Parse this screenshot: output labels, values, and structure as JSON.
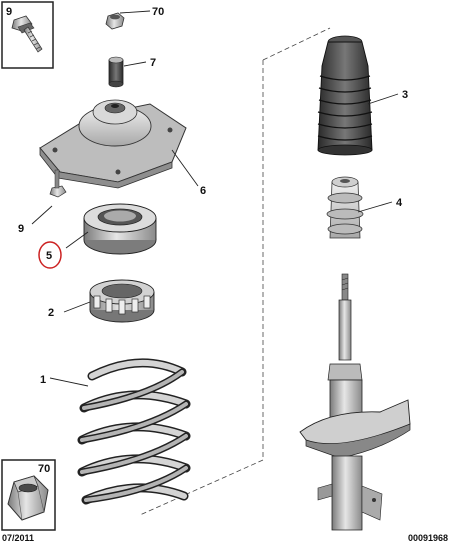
{
  "callouts": {
    "c9_inset": "9",
    "c70_top": "70",
    "c7": "7",
    "c3": "3",
    "c6": "6",
    "c4": "4",
    "c9": "9",
    "c5": "5",
    "c2": "2",
    "c1": "1",
    "c70_inset": "70"
  },
  "footer": {
    "date": "07/2011",
    "reference": "00091968"
  },
  "highlight": {
    "circled_callout": "5",
    "circle_color": "#cc2222"
  }
}
